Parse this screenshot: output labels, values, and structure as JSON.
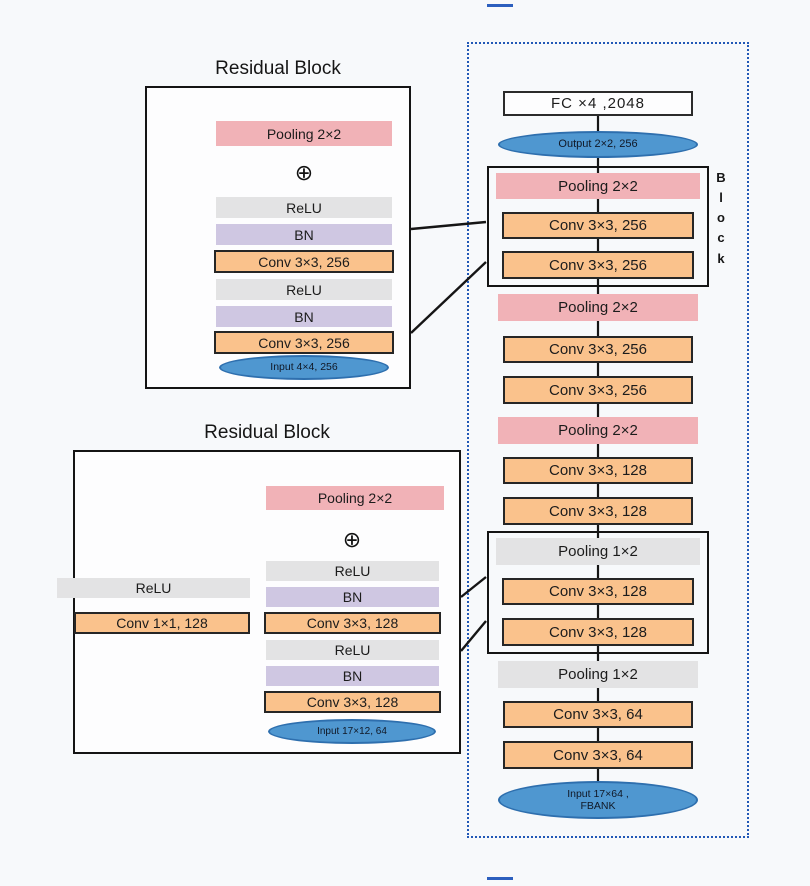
{
  "oplus": "⊕",
  "colors": {
    "pink": "#f1b2b7",
    "orange": "#fac28c",
    "gray": "#e3e3e4",
    "lavender": "#cfc7e2",
    "blue_fill": "#4f97d0",
    "blue_border": "#2e6fae",
    "dotted_border": "#2158b6"
  },
  "top_block": {
    "title": "Residual Block",
    "pooling": "Pooling 2×2",
    "layers": [
      "ReLU",
      "BN",
      "Conv 3×3, 256",
      "ReLU",
      "BN",
      "Conv 3×3, 256"
    ],
    "input": "Input 4×4, 256"
  },
  "bottom_block": {
    "title": "Residual Block",
    "pooling": "Pooling 2×2",
    "left_layers": [
      "ReLU",
      "Conv 1×1, 128"
    ],
    "right_layers": [
      "ReLU",
      "BN",
      "Conv 3×3, 128",
      "ReLU",
      "BN",
      "Conv 3×3, 128"
    ],
    "input": "Input 17×12, 64"
  },
  "network": {
    "fc": "FC ×4 ,2048",
    "output": "Output 2×2, 256",
    "block_label": "B\nl\no\nc\nk",
    "block1": [
      "Pooling 2×2",
      "Conv 3×3, 256",
      "Conv 3×3, 256"
    ],
    "mid": [
      "Pooling 2×2",
      "Conv 3×3, 256",
      "Conv 3×3, 256",
      "Pooling 2×2",
      "Conv 3×3, 128",
      "Conv 3×3, 128"
    ],
    "block2": [
      "Pooling 1×2",
      "Conv 3×3, 128",
      "Conv 3×3, 128"
    ],
    "tail": [
      "Pooling 1×2",
      "Conv 3×3, 64",
      "Conv 3×3, 64"
    ],
    "input_line1": "Input 17×64 ,",
    "input_line2": "FBANK"
  }
}
